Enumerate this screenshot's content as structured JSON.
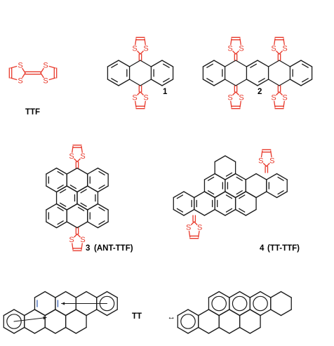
{
  "colors": {
    "ttf_red": "#e8392b",
    "skeleton_black": "#1a1a1a",
    "highlight_blue": "#3b63b5",
    "background": "#ffffff"
  },
  "atoms": {
    "sulfur": "S"
  },
  "labels": {
    "ttf": "TTF",
    "c1": "1",
    "c2": "2",
    "c3_num": "3",
    "c3_name": "(ANT-TTF)",
    "c4_num": "4",
    "c4_name": "(TT-TTF)",
    "tt": "TT"
  },
  "resonance_symbol": "↔"
}
